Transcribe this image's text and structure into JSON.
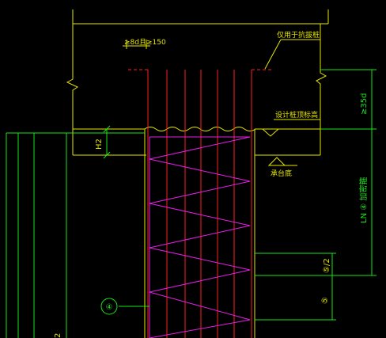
{
  "colors": {
    "background": "#000000",
    "outline": "#e6e600",
    "rebar": "#ff1e1e",
    "stirrup": "#e61ee6",
    "dimension": "#18e618",
    "note": "#e6e600"
  },
  "labels": {
    "spacing_rule": "≥8d且≥150",
    "anchor_note": "仅用于抗拔桩",
    "pile_top_elevation": "设计桩顶标高",
    "cap_bottom": "承台底",
    "embed_depth": "H2",
    "anchorage_length": "≥35d",
    "spiral_stirrup_zone": "LN ④ 加密箍",
    "spacing_half": "⑤/2",
    "spacing_full": "⑤",
    "stirrup_mark": "④",
    "left_dim": "2"
  }
}
